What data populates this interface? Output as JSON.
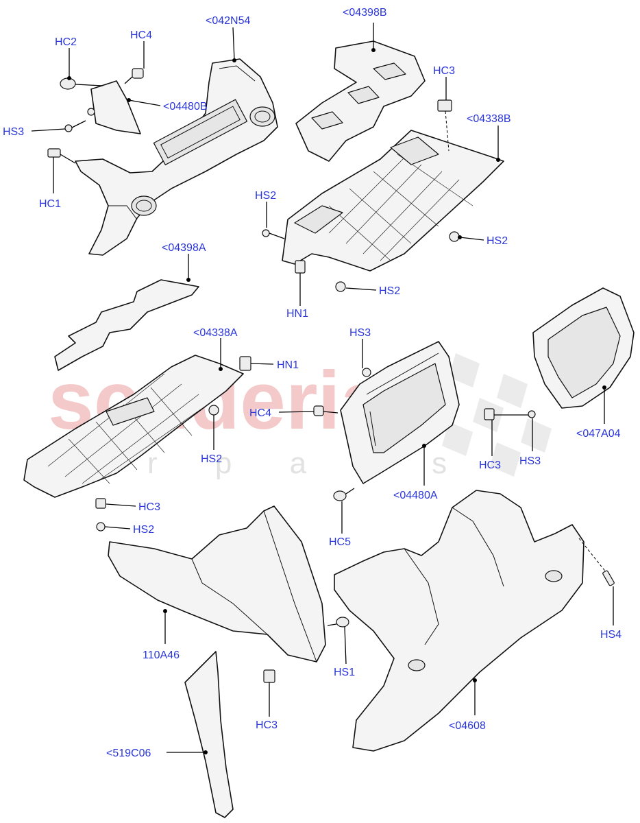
{
  "watermark": {
    "main": "scuderia",
    "sub": "r p a r s"
  },
  "labels": {
    "p042N54": "<042N54",
    "p04398B": "<04398B",
    "hc2_top": "HC2",
    "hc4_top": "HC4",
    "hc3_top": "HC3",
    "p04480B": "<04480B",
    "p04338B": "<04338B",
    "hs3_left": "HS3",
    "hc1": "HC1",
    "hs2_upper": "HS2",
    "hs2_right": "HS2",
    "hs2_bottom": "HS2",
    "hn1_upper": "HN1",
    "p04398A": "<04398A",
    "p04338A": "<04338A",
    "hn1_mid": "HN1",
    "hs3_mid": "HS3",
    "hc4_mid": "HC4",
    "hs2_mid": "HS2",
    "p047A04": "<047A04",
    "hc3_right": "HC3",
    "hs3_right": "HS3",
    "p04480A": "<04480A",
    "hc3_left": "HC3",
    "hs2_left": "HS2",
    "hc5": "HC5",
    "p110A46": "110A46",
    "hs1": "HS1",
    "hs4": "HS4",
    "hc3_bottom": "HC3",
    "p04608": "<04608",
    "p519C06": "<519C06"
  }
}
